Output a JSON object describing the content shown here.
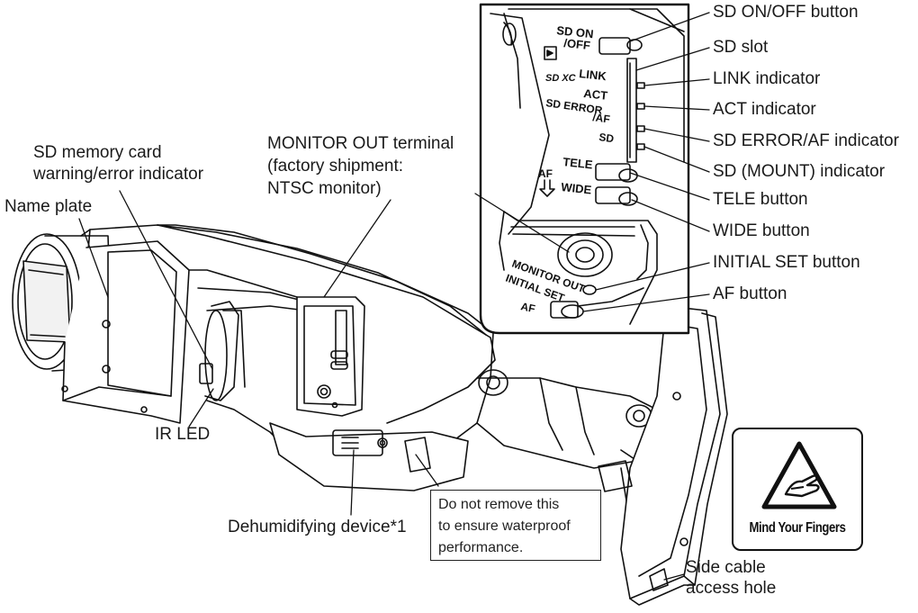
{
  "callouts": {
    "sd_onoff_button": "SD ON/OFF button",
    "sd_slot": "SD slot",
    "link_indicator": "LINK indicator",
    "act_indicator": "ACT indicator",
    "sd_error_af_indicator": "SD ERROR/AF indicator",
    "sd_mount_indicator": "SD (MOUNT) indicator",
    "tele_button": "TELE button",
    "wide_button": "WIDE button",
    "initial_set_button": "INITIAL SET button",
    "af_button": "AF button",
    "monitor_out": [
      "MONITOR OUT terminal",
      "(factory shipment:",
      "NTSC monitor)"
    ],
    "sd_warning": [
      "SD memory card",
      "warning/error indicator"
    ],
    "name_plate": "Name plate",
    "ir_led": "IR LED",
    "dehumidifying": "Dehumidifying device*1",
    "side_cable": [
      "Side cable",
      "access hole"
    ]
  },
  "note_box": [
    "Do not remove this",
    "to ensure waterproof",
    "performance."
  ],
  "warning_label": {
    "text": "Mind Your Fingers",
    "icon": "pinch-hazard-icon"
  },
  "panel_markings": {
    "sd_onoff": [
      "SD ON",
      "/OFF"
    ],
    "link": "LINK",
    "act": "ACT",
    "sd_error": [
      "SD ERROR",
      "/AF"
    ],
    "sd": "SD",
    "tele": "TELE",
    "af": "AF",
    "wide": "WIDE",
    "monitor_out": "MONITOR OUT",
    "initial_set": "INITIAL SET",
    "af_button": "AF",
    "sdxc_logo": "SD XC"
  }
}
